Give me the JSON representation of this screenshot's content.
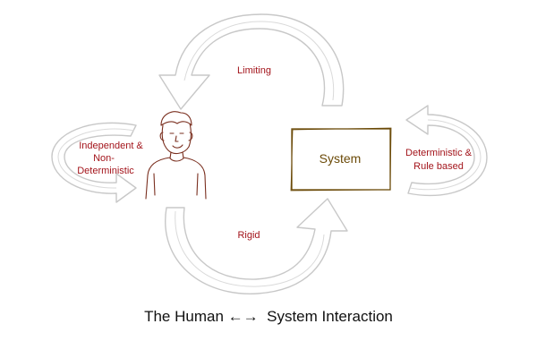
{
  "diagram": {
    "labels": {
      "top_loop": "Limiting",
      "bottom_loop": "Rigid",
      "human_left": [
        "Independent &",
        "Non-",
        "Deterministic"
      ],
      "system_right": [
        "Deterministic &",
        "Rule based"
      ]
    },
    "system_box": "System",
    "caption_left": "The Human",
    "caption_arrow": "←→",
    "caption_right": "System Interaction"
  },
  "colors": {
    "label_red": "#a3141b",
    "system_brown": "#6b4a08",
    "arrow_gray": "#c8c8c8",
    "human_sketch": "#7a2f1f"
  }
}
